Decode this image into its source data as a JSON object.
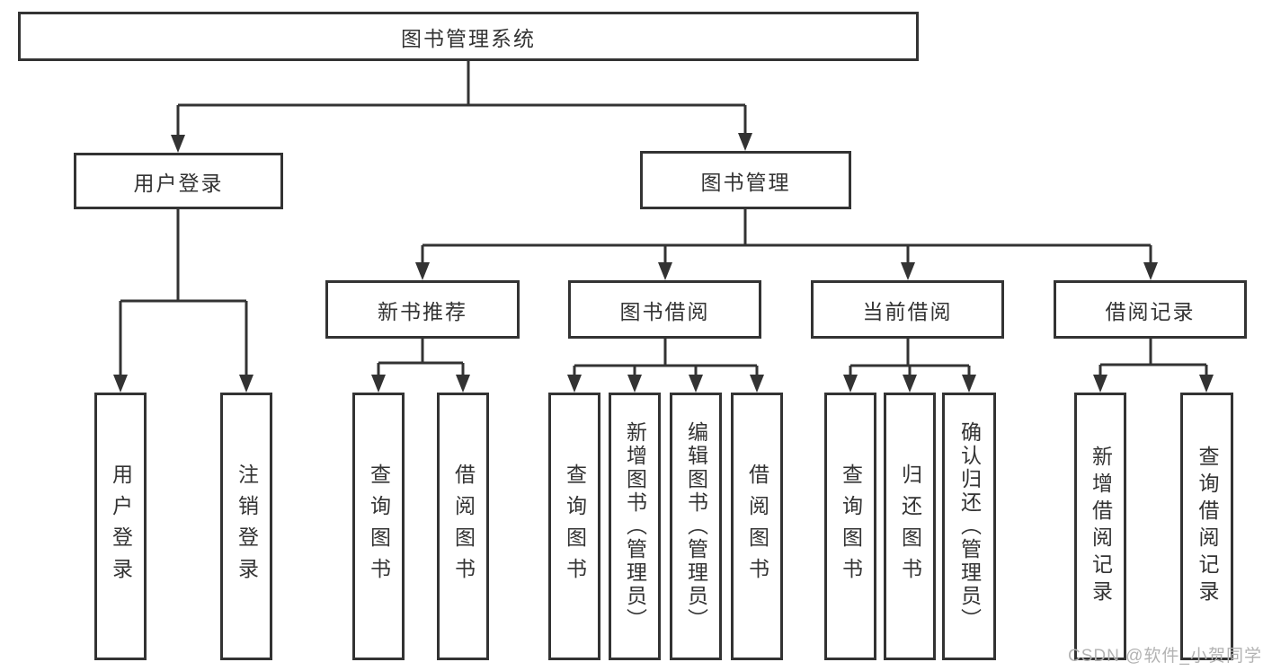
{
  "diagram": {
    "title": "图书管理系统",
    "root": {
      "label": "图书管理系统"
    },
    "level2": {
      "user_login": {
        "label": "用户登录"
      },
      "book_management": {
        "label": "图书管理"
      }
    },
    "level3": {
      "new_book_recommend": {
        "label": "新书推荐"
      },
      "book_borrow": {
        "label": "图书借阅"
      },
      "current_borrow": {
        "label": "当前借阅"
      },
      "borrow_records": {
        "label": "借阅记录"
      }
    },
    "leaves": {
      "user_login": [
        "用户登录",
        "注销登录"
      ],
      "new_book_recommend": [
        "查询图书",
        "借阅图书"
      ],
      "book_borrow": [
        "查询图书",
        "新增图书（管理员）",
        "编辑图书（管理员）",
        "借阅图书"
      ],
      "current_borrow": [
        "查询图书",
        "归还图书",
        "确认归还（管理员）"
      ],
      "borrow_records": [
        "新增借阅记录",
        "查询借阅记录"
      ]
    },
    "line_color": "#333333",
    "box_background": "#ffffff"
  },
  "watermark": {
    "text": "CSDN @软件_小贺同学",
    "color": "#b3b3b3"
  }
}
